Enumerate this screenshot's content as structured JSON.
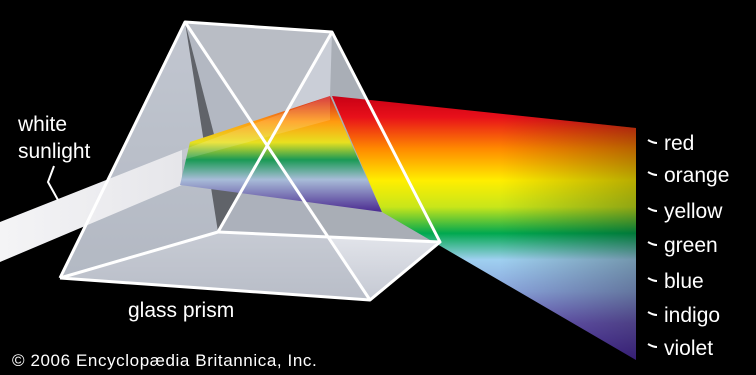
{
  "labels": {
    "input": [
      "white",
      "sunlight"
    ],
    "prism": "glass prism",
    "spectrum": [
      "red",
      "orange",
      "yellow",
      "green",
      "blue",
      "indigo",
      "violet"
    ]
  },
  "credit": "© 2006 Encyclopædia Britannica, Inc.",
  "colors": {
    "background": "#000000",
    "red": "#e8101a",
    "orange": "#ff8a00",
    "yellow": "#ffee00",
    "green": "#00a84f",
    "blue": "#9fd0f0",
    "indigo": "#6a58b8",
    "violet": "#4a2aa0"
  }
}
